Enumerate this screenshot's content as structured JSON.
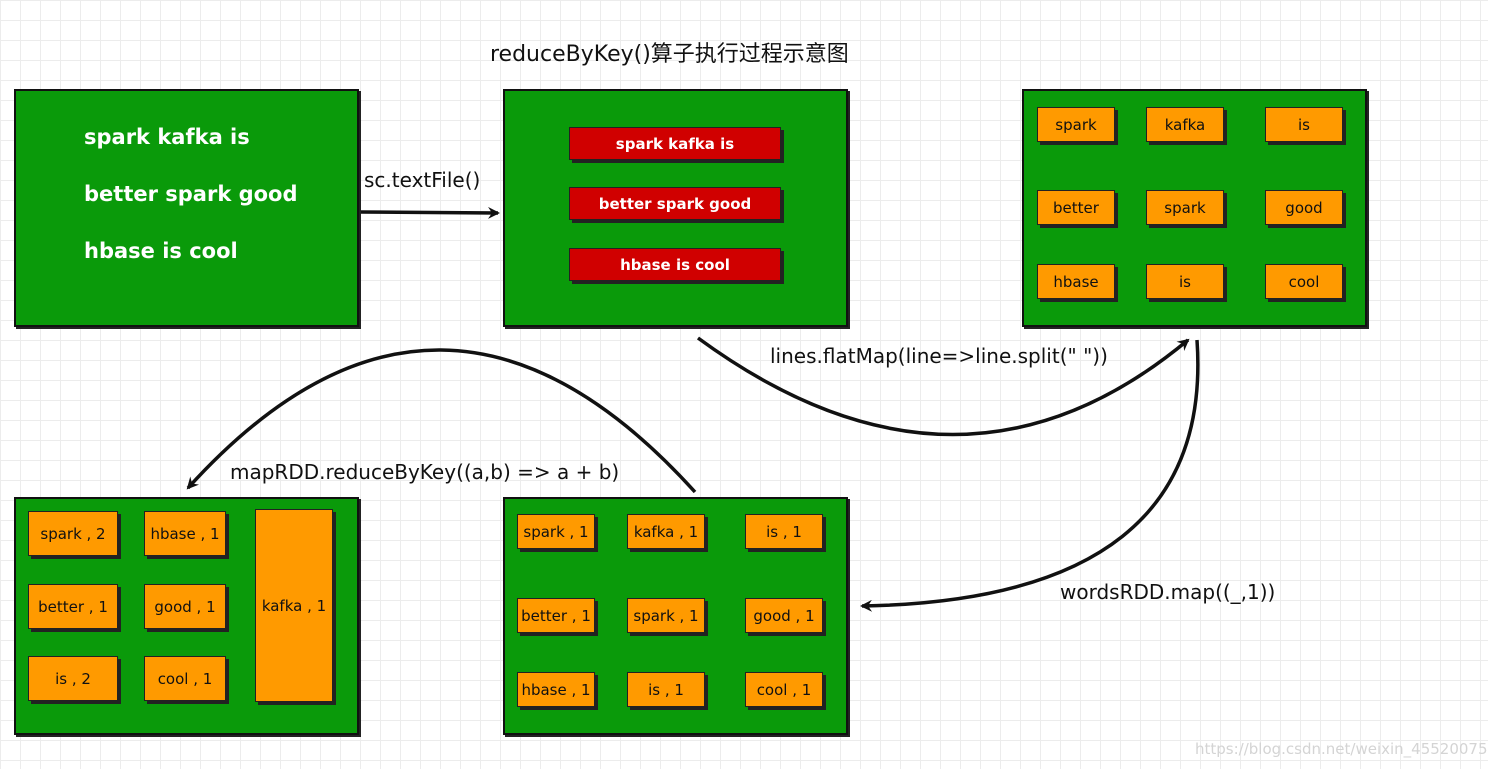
{
  "title": "reduceByKey()算子执行过程示意图",
  "source_lines": [
    "spark kafka is",
    "better spark good",
    "hbase is cool"
  ],
  "lines_rdd": [
    "spark kafka is",
    "better spark good",
    "hbase is cool"
  ],
  "words_rdd": [
    "spark",
    "kafka",
    "is",
    "better",
    "spark",
    "good",
    "hbase",
    "is",
    "cool"
  ],
  "map_rdd": [
    "spark , 1",
    "kafka , 1",
    "is , 1",
    "better , 1",
    "spark , 1",
    "good , 1",
    "hbase , 1",
    "is , 1",
    "cool , 1"
  ],
  "reduce_result": {
    "items": [
      "spark , 2",
      "hbase , 1",
      "better , 1",
      "good , 1",
      "is , 2",
      "cool , 1"
    ],
    "tall": "kafka , 1"
  },
  "operations": {
    "text_file": "sc.textFile()",
    "flat_map": "lines.flatMap(line=>line.split(\" \"))",
    "map": "wordsRDD.map((_,1))",
    "reduce_by_key": "mapRDD.reduceByKey((a,b) => a + b)"
  },
  "watermark": "https://blog.csdn.net/weixin_45520075"
}
